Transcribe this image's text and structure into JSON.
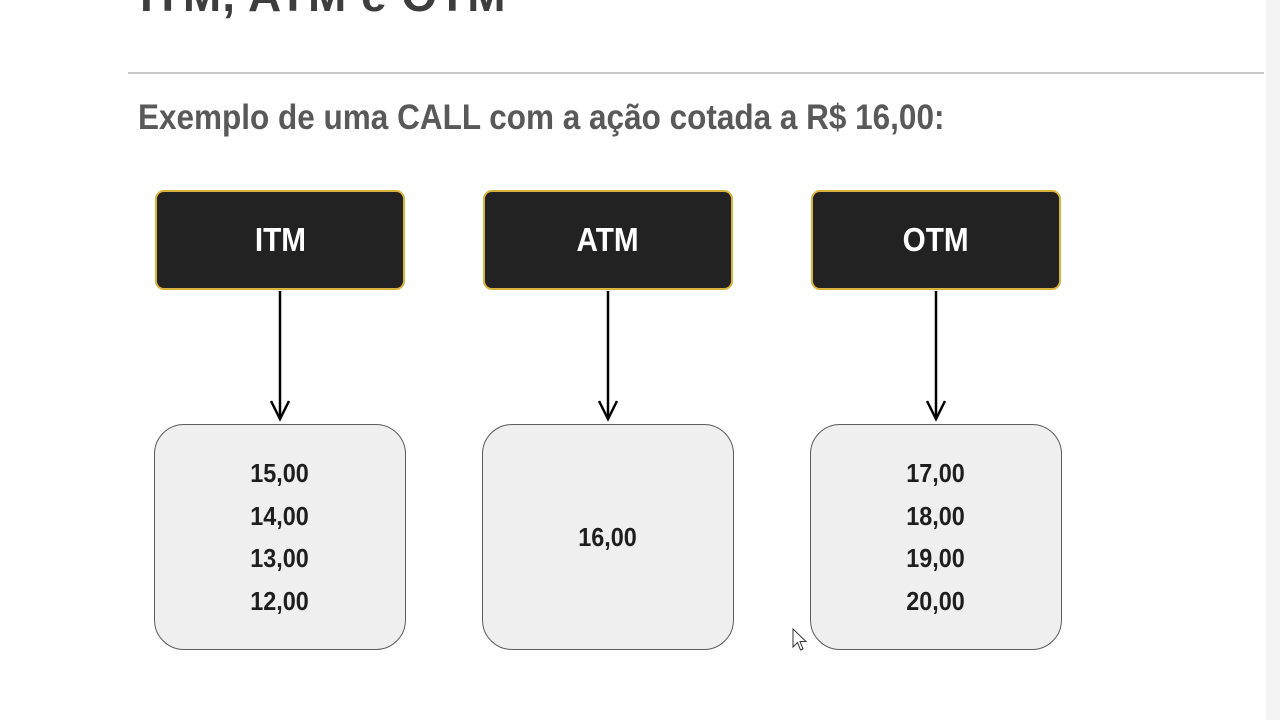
{
  "header": {
    "title_fragment": "ITM, ATM e OTM",
    "subtitle": "Exemplo de uma CALL com a ação cotada a R$ 16,00:"
  },
  "categories": [
    {
      "label": "ITM",
      "values": [
        "15,00",
        "14,00",
        "13,00",
        "12,00"
      ]
    },
    {
      "label": "ATM",
      "values": [
        "16,00"
      ]
    },
    {
      "label": "OTM",
      "values": [
        "17,00",
        "18,00",
        "19,00",
        "20,00"
      ]
    }
  ],
  "colors": {
    "header_fill": "#222222",
    "header_border": "#d9b23b",
    "value_box_fill": "#efefef",
    "subtitle_text": "#595959"
  }
}
